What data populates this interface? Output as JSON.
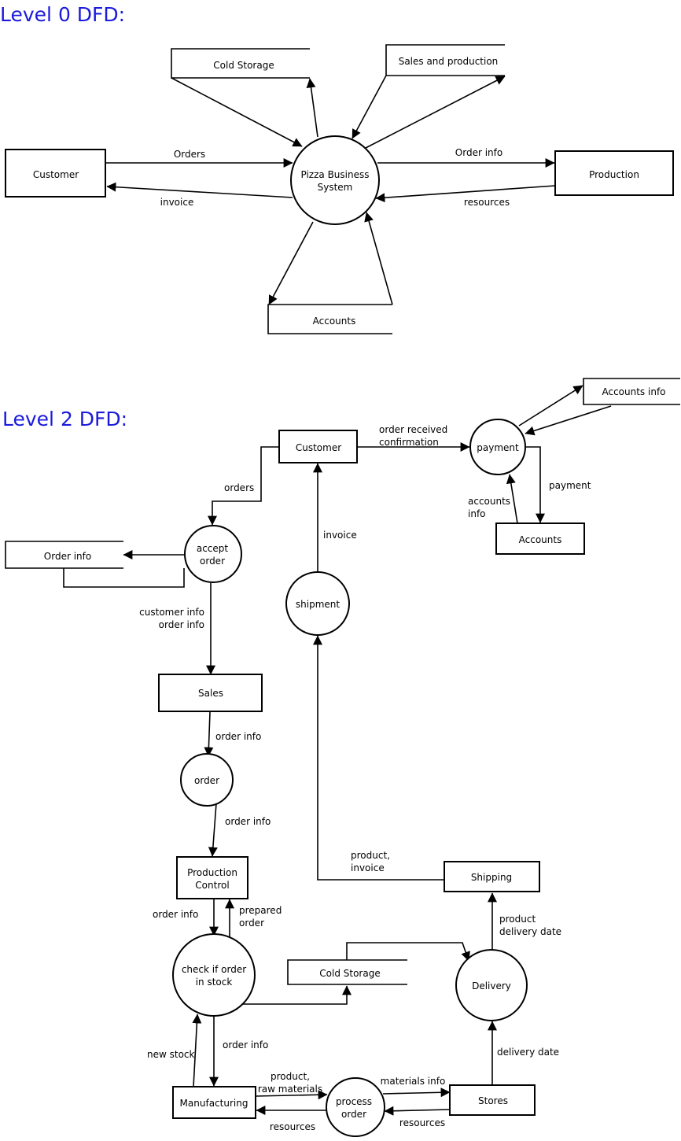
{
  "level0": {
    "heading": "Level 0 DFD:",
    "process": "Pizza Business\nSystem",
    "entities": {
      "customer": "Customer",
      "production": "Production"
    },
    "stores": {
      "cold_storage": "Cold Storage",
      "sales_production": "Sales and production",
      "accounts": "Accounts"
    },
    "flows": {
      "orders": "Orders",
      "invoice": "invoice",
      "order_info": "Order info",
      "resources": "resources"
    }
  },
  "level2": {
    "heading": "Level 2 DFD:",
    "entities": {
      "customer": "Customer",
      "accounts": "Accounts",
      "sales": "Sales",
      "production_control": "Production\nControl",
      "shipping": "Shipping",
      "manufacturing": "Manufacturing",
      "stores": "Stores"
    },
    "stores": {
      "accounts_info": "Accounts info",
      "order_info": "Order info",
      "cold_storage": "Cold Storage"
    },
    "processes": {
      "payment": "payment",
      "accept_order": "accept\norder",
      "shipment": "shipment",
      "order": "order",
      "check_stock": "check if order\nin stock",
      "delivery": "Delivery",
      "process_order": "process\norder"
    },
    "flows": {
      "order_received": "order received\nconfirmation",
      "orders": "orders",
      "payment": "payment",
      "accounts_info": "accounts\ninfo",
      "invoice": "invoice",
      "customer_order_info": "customer info\norder info",
      "order_info_1": "order info",
      "order_info_2": "order info",
      "order_info_3": "order info",
      "prepared_order": "prepared\norder",
      "product_invoice": "product,\ninvoice",
      "product_delivery_date": "product\ndelivery date",
      "new_stock": "new stock",
      "order_info_4": "order info",
      "delivery_date": "delivery date",
      "product_raw": "product,\nraw materials",
      "materials_info": "materials info",
      "resources_1": "resources",
      "resources_2": "resources"
    }
  }
}
